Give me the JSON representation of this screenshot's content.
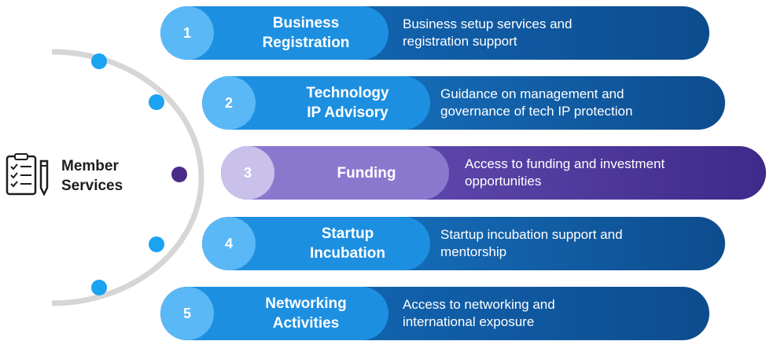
{
  "hub": {
    "label": "Member\nServices",
    "icon": "checklist-with-pen-icon"
  },
  "colors": {
    "arc": "#d6d6d6",
    "blue_dot": "#1aa3f0",
    "purple_dot": "#4b2b8a"
  },
  "items": [
    {
      "number": "1",
      "title": "Business\nRegistration",
      "description": "Business setup services and\nregistration support",
      "colors": {
        "disc": "#5ab8f6",
        "pill": "#1d8fe0",
        "bar_start": "#1470c2",
        "bar_end": "#0d4c8e"
      }
    },
    {
      "number": "2",
      "title": "Technology\nIP Advisory",
      "description": "Guidance on management and\ngovernance of tech IP protection",
      "colors": {
        "disc": "#5ab8f6",
        "pill": "#1d8fe0",
        "bar_start": "#1a7fd0",
        "bar_end": "#0d4c8e"
      }
    },
    {
      "number": "3",
      "title": "Funding",
      "description": "Access to funding and investment\nopportunities",
      "colors": {
        "disc": "#c9c1ea",
        "pill": "#8a78cf",
        "bar_start": "#7058c0",
        "bar_end": "#3e2a8a"
      }
    },
    {
      "number": "4",
      "title": "Startup\nIncubation",
      "description": "Startup incubation support and\nmentorship",
      "colors": {
        "disc": "#5ab8f6",
        "pill": "#1d8fe0",
        "bar_start": "#1a7fd0",
        "bar_end": "#0d4c8e"
      }
    },
    {
      "number": "5",
      "title": "Networking\nActivities",
      "description": "Access to networking and\ninternational exposure",
      "colors": {
        "disc": "#5ab8f6",
        "pill": "#1d8fe0",
        "bar_start": "#1470c2",
        "bar_end": "#0d4c8e"
      }
    }
  ]
}
